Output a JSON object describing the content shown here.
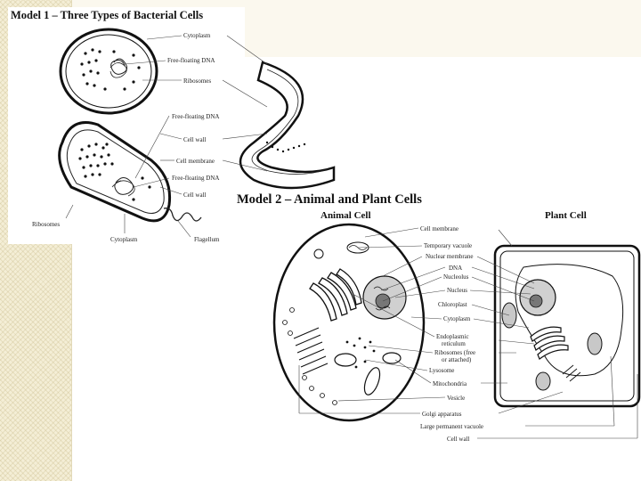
{
  "model1": {
    "title": "Model 1 – Three Types of Bacterial Cells",
    "labels": {
      "cytoplasm_top": "Cytoplasm",
      "free_dna_1": "Free-floating DNA",
      "ribosomes_top": "Ribosomes",
      "free_dna_2": "Free-floating DNA",
      "cell_wall_1": "Cell wall",
      "cell_membrane": "Cell membrane",
      "free_dna_3": "Free-floating DNA",
      "cell_wall_2": "Cell wall",
      "ribosomes_bottom": "Ribosomes",
      "cytoplasm_bottom": "Cytoplasm",
      "flagellum": "Flagellum"
    }
  },
  "model2": {
    "title": "Model 2 – Animal and Plant Cells",
    "animal_cell": "Animal Cell",
    "plant_cell": "Plant Cell",
    "labels": {
      "cell_membrane": "Cell membrane",
      "temporary_vacuole": "Temporary vacuole",
      "nuclear_membrane": "Nuclear membrane",
      "dna": "DNA",
      "nucleolus": "Nucleolus",
      "nucleus": "Nucleus",
      "chloroplast": "Chloroplast",
      "cytoplasm": "Cytoplasm",
      "er_line1": "Endoplasmic",
      "er_line2": "reticulum",
      "ribosomes_line1": "Ribosomes (free",
      "ribosomes_line2": "or attached)",
      "lysosome": "Lysosome",
      "mitochondria": "Mitochondria",
      "vesicle": "Vesicle",
      "golgi": "Golgi apparatus",
      "large_vacuole": "Large permanent vacuole",
      "cell_wall": "Cell wall"
    }
  }
}
